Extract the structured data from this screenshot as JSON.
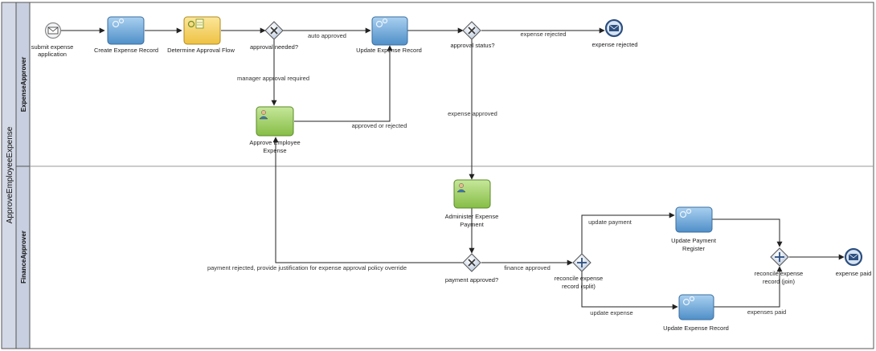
{
  "pool": {
    "name": "ApproveEmployeeExpense"
  },
  "lanes": [
    {
      "name": "ExpenseApprover"
    },
    {
      "name": "FinanceApprover"
    }
  ],
  "nodes": {
    "start": {
      "label_line1": "submit expense",
      "label_line2": "application"
    },
    "create_record": {
      "label": "Create Expense Record"
    },
    "determine_flow": {
      "label": "Determine Approval Flow"
    },
    "gw_approval_needed": {
      "label": "approval needed?"
    },
    "update_record_1": {
      "label": "Update Expense Record"
    },
    "gw_approval_status": {
      "label": "approval status?"
    },
    "end_rejected": {
      "label": "expense rejected"
    },
    "approve_task": {
      "label_line1": "Approve Employee",
      "label_line2": "Expense"
    },
    "administer_task": {
      "label_line1": "Administer Expense",
      "label_line2": "Payment"
    },
    "gw_payment_approved": {
      "label": "payment approved?"
    },
    "gw_split": {
      "label_line1": "reconcile expense",
      "label_line2": "record (split)"
    },
    "update_payment_register": {
      "label_line1": "Update Payment",
      "label_line2": "Register"
    },
    "update_record_2": {
      "label": "Update Expense Record"
    },
    "gw_join": {
      "label_line1": "reconcile expense",
      "label_line2": "record (join)"
    },
    "end_paid": {
      "label": "expense paid"
    }
  },
  "flows": {
    "auto_approved": "auto approved",
    "expense_rejected": "expense rejected",
    "manager_approval_required": "manager approval required",
    "approved_or_rejected": "approved or rejected",
    "expense_approved": "expense approved",
    "payment_rejected": "payment rejected, provide justification for expense approval policy override",
    "finance_approved": "finance approved",
    "update_payment": "update payment",
    "update_expense": "update expense",
    "expenses_paid": "expenses paid"
  },
  "colors": {
    "service_task_fill": "#6fa8d8",
    "business_rule_fill": "#f5d060",
    "user_task_fill": "#9ccc5a",
    "gateway_fill": "#e6edf5",
    "lane_header": "#c7cfe0",
    "flow_line": "#222222"
  }
}
